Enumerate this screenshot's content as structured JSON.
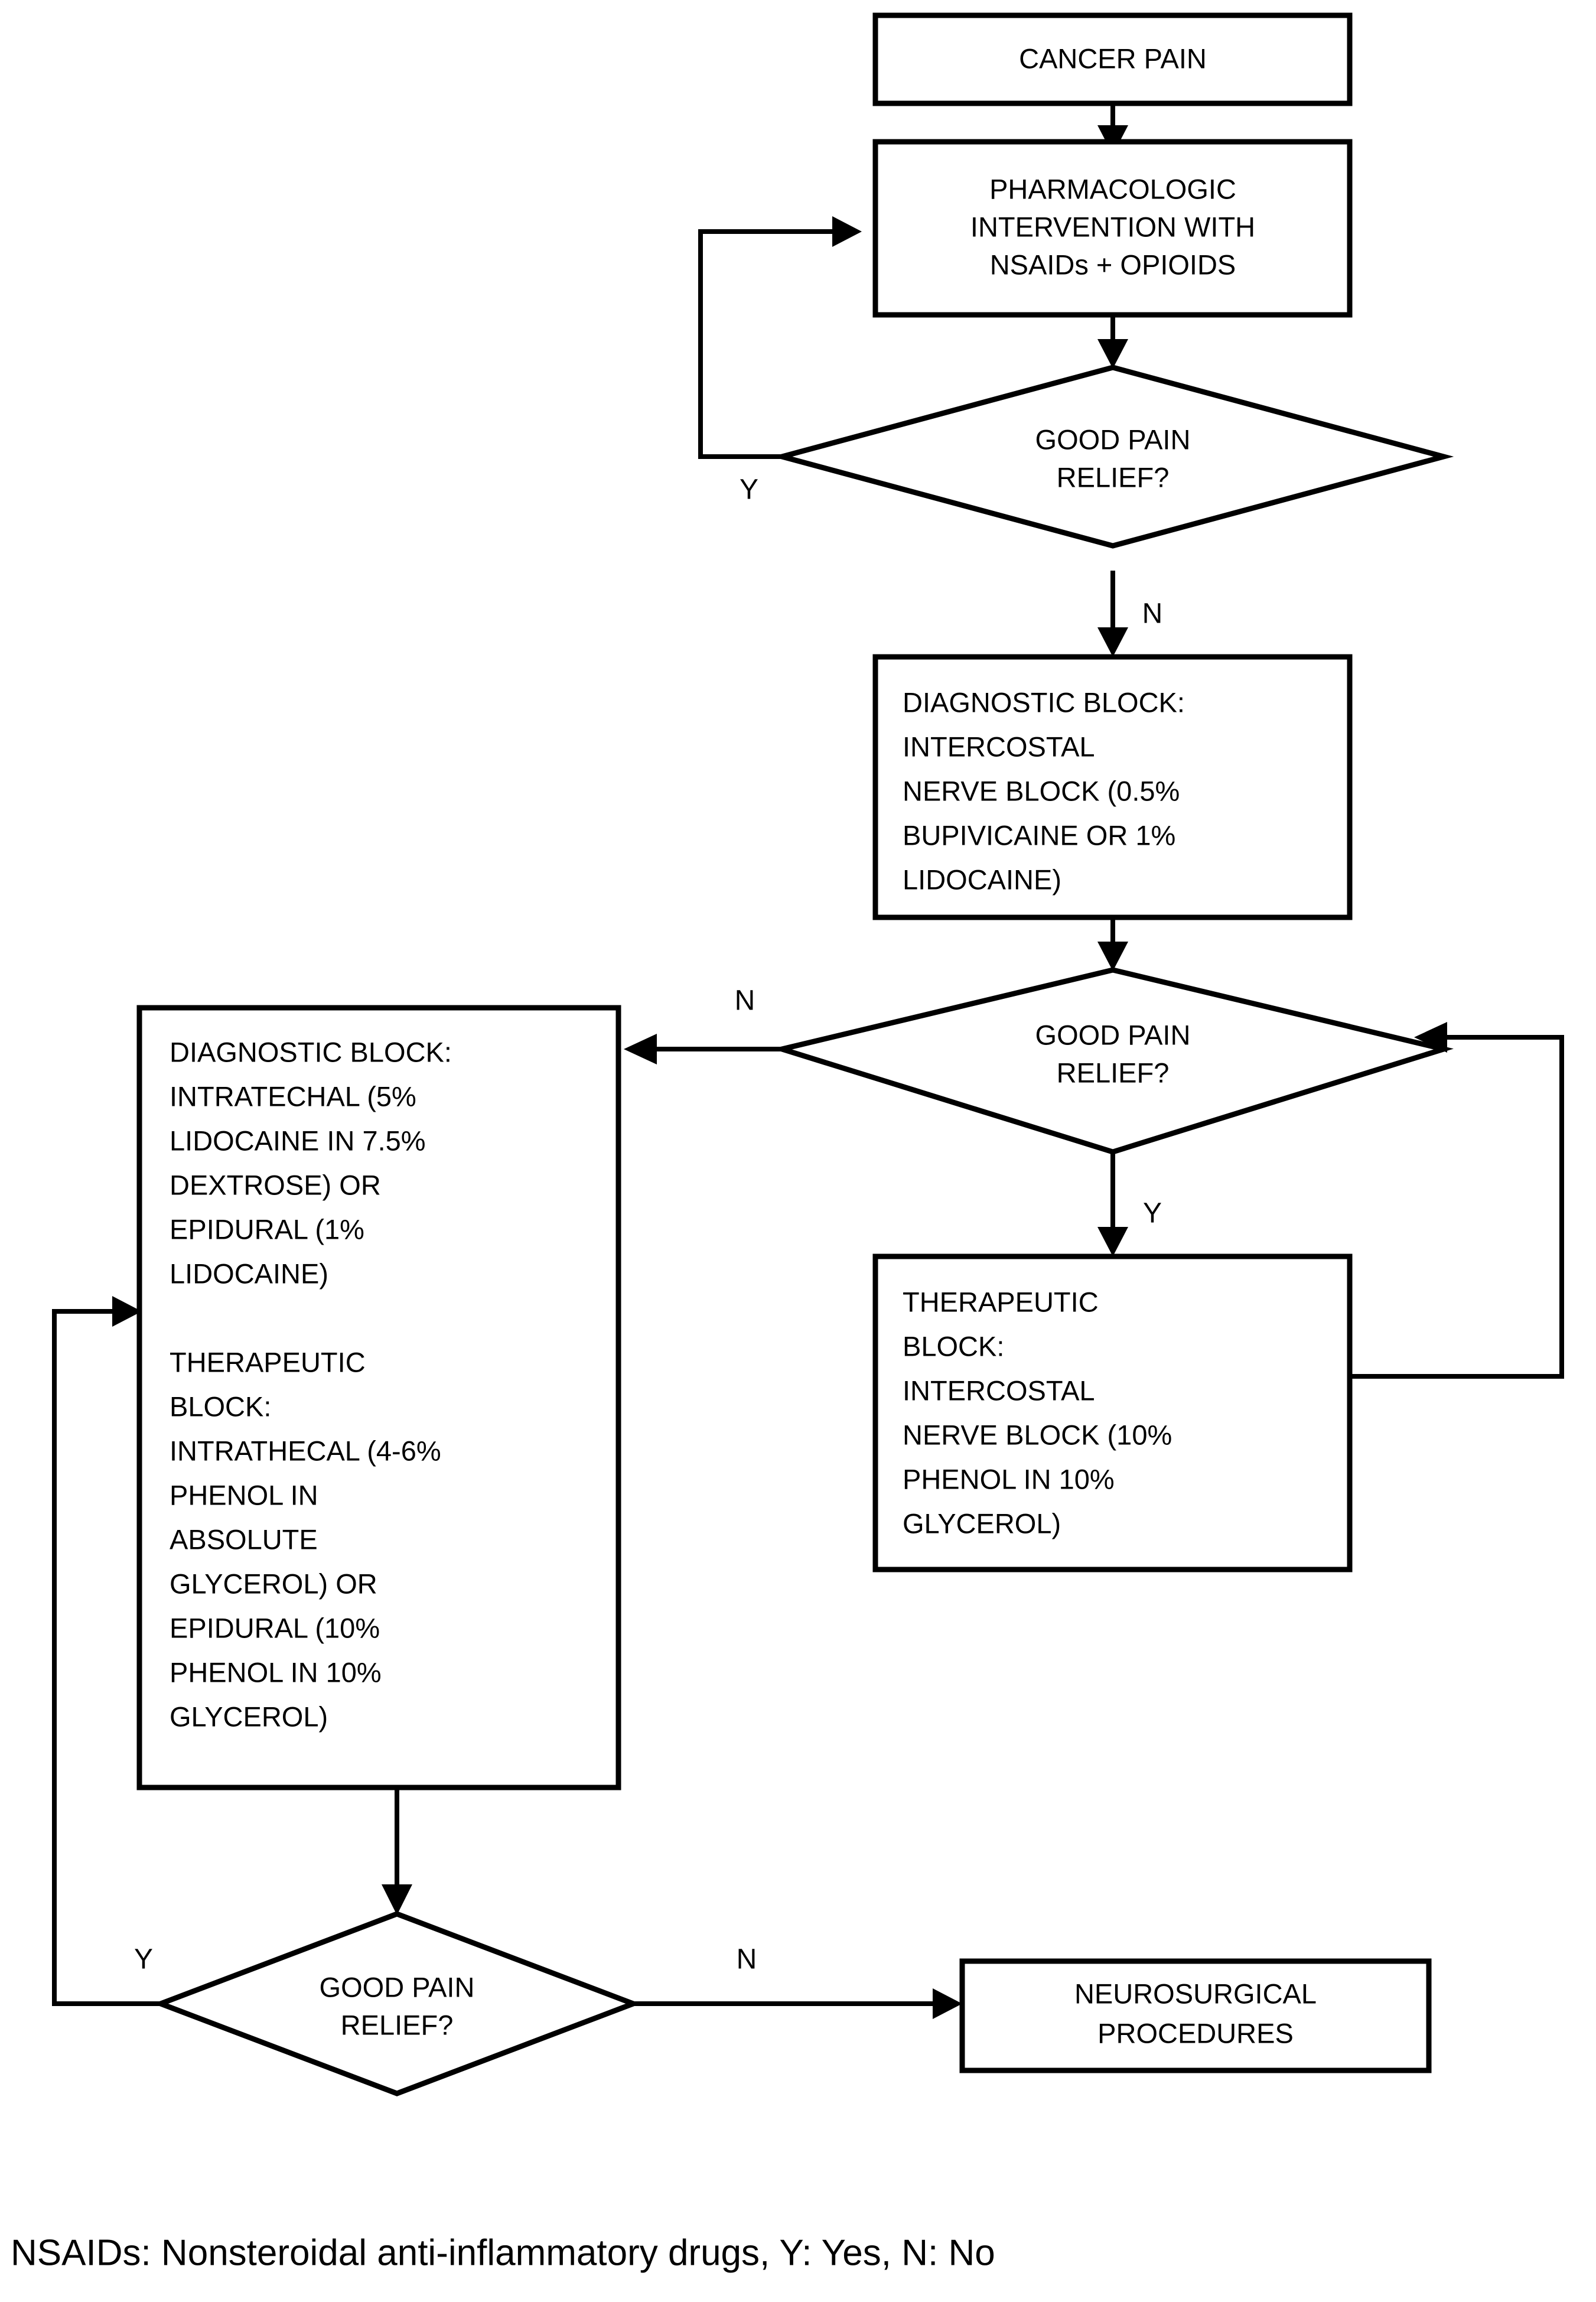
{
  "diagram": {
    "title": "Cancer pain management algorithm flowchart",
    "type": "flowchart",
    "colors": {
      "background": "#ffffff",
      "stroke": "#000000",
      "fill": "#ffffff",
      "text": "#000000"
    },
    "nodes": [
      {
        "id": "cancer-pain",
        "shape": "rectangle",
        "lines": [
          "CANCER PAIN"
        ],
        "align": "center"
      },
      {
        "id": "pharmacologic-intervention",
        "shape": "rectangle",
        "lines": [
          "PHARMACOLOGIC",
          "INTERVENTION WITH",
          "NSAIDs + OPIOIDS"
        ],
        "align": "center"
      },
      {
        "id": "decision-1",
        "shape": "diamond",
        "lines": [
          "GOOD PAIN",
          "RELIEF?"
        ],
        "align": "center"
      },
      {
        "id": "diagnostic-block-intercostal",
        "shape": "rectangle",
        "lines": [
          "DIAGNOSTIC BLOCK:",
          "INTERCOSTAL",
          "NERVE BLOCK (0.5%",
          "BUPIVICAINE OR 1%",
          "LIDOCAINE)"
        ],
        "align": "left"
      },
      {
        "id": "decision-2",
        "shape": "diamond",
        "lines": [
          "GOOD PAIN",
          "RELIEF?"
        ],
        "align": "center"
      },
      {
        "id": "therapeutic-block-intercostal",
        "shape": "rectangle",
        "lines": [
          "THERAPEUTIC",
          "BLOCK:",
          "INTERCOSTAL",
          "NERVE BLOCK (10%",
          "PHENOL IN 10%",
          "GLYCEROL)"
        ],
        "align": "left"
      },
      {
        "id": "diagnostic-therapeutic-neuraxial",
        "shape": "rectangle",
        "lines": [
          "DIAGNOSTIC BLOCK:",
          "INTRATECHAL (5%",
          "LIDOCAINE IN 7.5%",
          "DEXTROSE) OR",
          "EPIDURAL (1%",
          "LIDOCAINE)",
          "",
          "THERAPEUTIC",
          "BLOCK:",
          "INTRATHECAL (4-6%",
          "PHENOL IN",
          "ABSOLUTE",
          "GLYCEROL) OR",
          "EPIDURAL (10%",
          "PHENOL IN 10%",
          "GLYCEROL)"
        ],
        "align": "left"
      },
      {
        "id": "decision-3",
        "shape": "diamond",
        "lines": [
          "GOOD PAIN",
          "RELIEF?"
        ],
        "align": "center"
      },
      {
        "id": "neurosurgical-procedures",
        "shape": "rectangle",
        "lines": [
          "NEUROSURGICAL",
          "PROCEDURES"
        ],
        "align": "center"
      }
    ],
    "edge_labels": {
      "decision1_yes": "Y",
      "decision1_no": "N",
      "decision2_no": "N",
      "decision2_yes": "Y",
      "decision3_yes": "Y",
      "decision3_no": "N"
    },
    "legend": {
      "text": "NSAIDs: Nonsteroidal anti-inflammatory drugs, Y: Yes, N: No"
    }
  }
}
